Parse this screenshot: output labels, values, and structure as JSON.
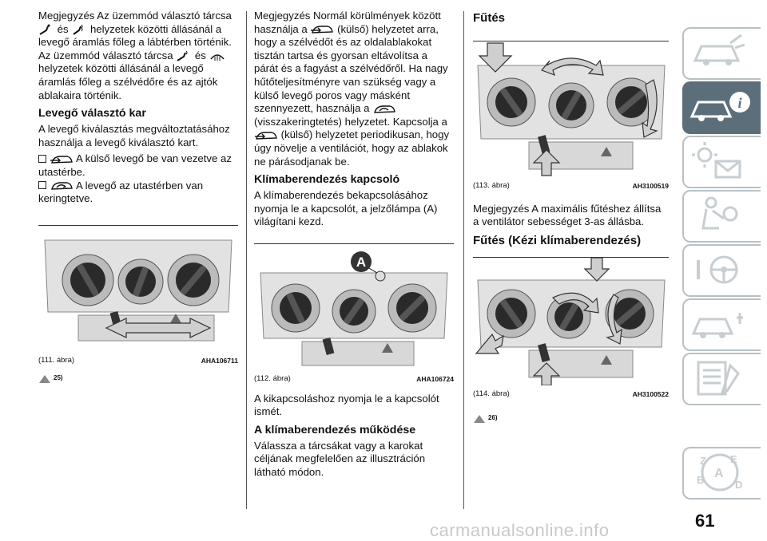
{
  "col1": {
    "p1": [
      "Megjegyzés  Az üzemmód választó tárcsa",
      "és",
      "helyzetek közötti állásánál a levegő áramlás főleg a lábtérben történik. Az üzemmód választó tárcsa",
      "és",
      "helyzetek közötti állásánál a levegő áramlás főleg a szélvédőre és az ajtók ablakaira történik."
    ],
    "h1": "Levegő választó kar",
    "p2": "A levegő kiválasztás megváltoztatásához használja a levegő kiválasztó kart.",
    "li1": "A külső levegő be van vezetve az utastérbe.",
    "li2": "A levegő az utastérben van keringtetve.",
    "fig_label": "(111. ábra)",
    "fig_code": "AHA106711",
    "note": "25)"
  },
  "col2": {
    "p1a": "Megjegyzés  Normál körülmények között használja a",
    "p1b": "(külső) helyzetet arra, hogy a szélvédőt és az oldalablakokat tisztán tartsa és gyorsan eltávolítsa a párát és a fagyást a szélvédőről. Ha nagy hűtőteljesítményre van szükség vagy a külső levegő poros vagy másként szennyezett, használja a",
    "p1c": "(visszakeringtetés) helyzetet. Kapcsolja a",
    "p1d": "(külső) helyzetet periodikusan, hogy úgy növelje a ventilációt, hogy az ablakok ne párásodjanak be.",
    "h1": "Klímaberendezés kapcsoló",
    "p2": "A klímaberendezés bekapcsolásához nyomja le a kapcsolót, a jelzőlámpa (A) világítani kezd.",
    "fig_label": "(112. ábra)",
    "fig_code": "AHA106724",
    "fig_marker": "A",
    "p3": "A kikapcsoláshoz nyomja le a kapcsolót ismét.",
    "h2": "A klímaberendezés működése",
    "p4": "Válassza a tárcsákat vagy a karokat céljának megfelelően az illusztráción látható módon."
  },
  "col3": {
    "h1": "Fűtés",
    "fig1_label": "(113. ábra)",
    "fig1_code": "AH3100519",
    "p1": "Megjegyzés  A maximális fűtéshez állítsa a ventilátor sebességet 3-as állásba.",
    "h2": "Fűtés (Kézi klímaberendezés)",
    "fig2_label": "(114. ábra)",
    "fig2_code": "AH3100522",
    "note": "26)"
  },
  "page_number": "61",
  "watermark": "carmanualsonline.info",
  "colors": {
    "tab_active": "#5c6e79",
    "tab_border": "#b8c0c4",
    "arrow_fill": "#cfcfcf"
  }
}
